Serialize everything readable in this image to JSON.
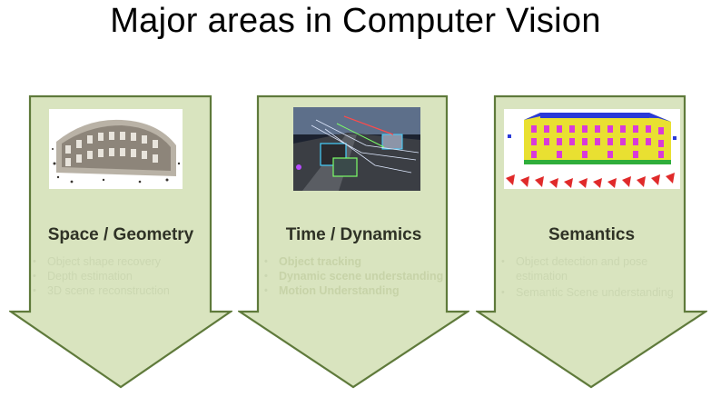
{
  "title": "Major areas in Computer Vision",
  "colors": {
    "arrow_fill": "#d9e4bf",
    "arrow_stroke": "#5f7a3b",
    "bullet_text": "#cbd7b1"
  },
  "columns": [
    {
      "heading": "Space / Geometry",
      "image": "colosseum-point-cloud",
      "bullets": [
        "Object shape recovery",
        "Depth estimation",
        "3D scene reconstruction"
      ]
    },
    {
      "heading": "Time / Dynamics",
      "image": "highway-car-tracking",
      "bullets": [
        "Object  tracking",
        "Dynamic scene understanding",
        "Motion Understanding"
      ]
    },
    {
      "heading": "Semantics",
      "image": "building-semantic-segmentation",
      "bullets": [
        "Object detection and pose estimation",
        "Semantic Scene understanding"
      ]
    }
  ]
}
